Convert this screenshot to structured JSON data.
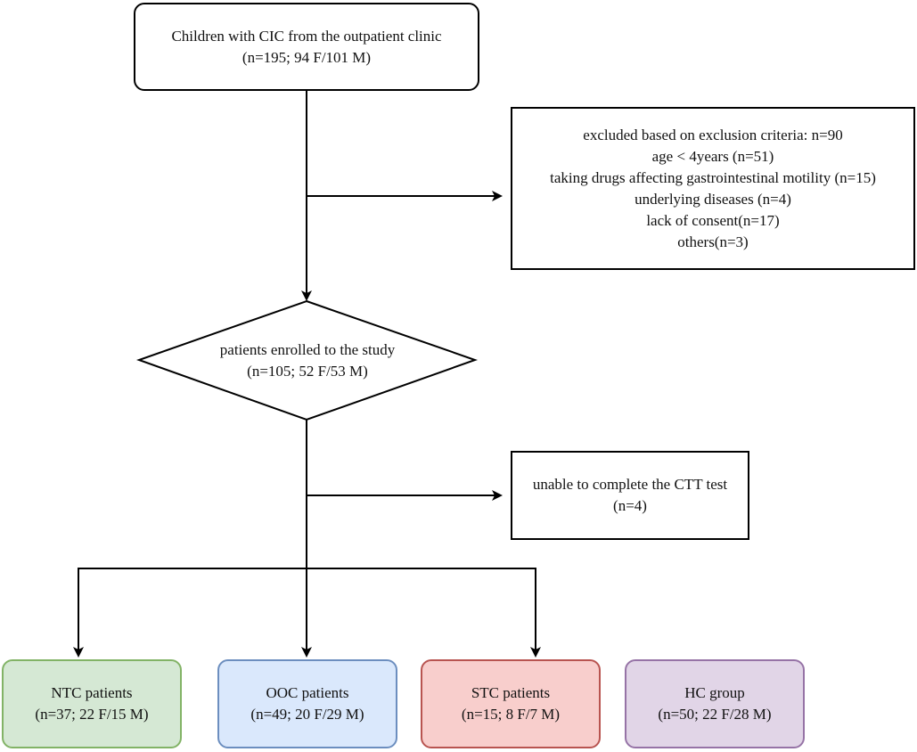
{
  "diagram": {
    "start": {
      "line1": "Children with CIC from the outpatient clinic",
      "line2": "(n=195; 94 F/101 M)"
    },
    "exclusion": {
      "lines": [
        "excluded based on exclusion criteria: n=90",
        "age < 4years (n=51)",
        "taking drugs affecting gastrointestinal motility (n=15)",
        "underlying diseases (n=4)",
        "lack of consent(n=17)",
        "others(n=3)"
      ]
    },
    "enrolled": {
      "line1": "patients enrolled to the study",
      "line2": "(n=105; 52 F/53 M)"
    },
    "unable": {
      "line1": "unable to complete the CTT test",
      "line2": "(n=4)"
    },
    "groups": [
      {
        "label": "NTC patients",
        "count": "(n=37; 22 F/15 M)",
        "fill": "#d5e8d4",
        "stroke": "#82b366"
      },
      {
        "label": "OOC patients",
        "count": "(n=49; 20 F/29 M)",
        "fill": "#dae8fc",
        "stroke": "#6c8ebf"
      },
      {
        "label": "STC patients",
        "count": "(n=15; 8 F/7 M)",
        "fill": "#f8cecc",
        "stroke": "#b85450"
      },
      {
        "label": "HC group",
        "count": "(n=50; 22 F/28 M)",
        "fill": "#e1d5e7",
        "stroke": "#9673a6"
      }
    ]
  }
}
